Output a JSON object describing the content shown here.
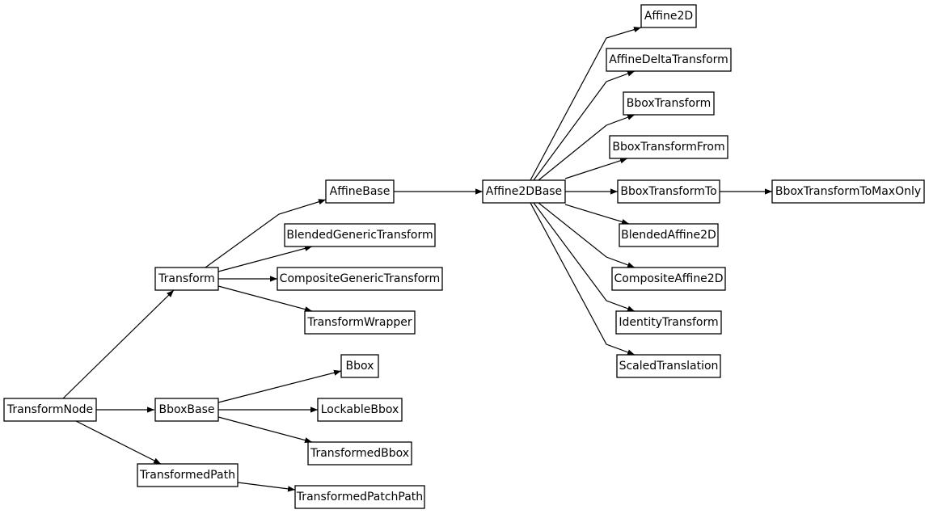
{
  "diagram": {
    "type": "class-inheritance-graph",
    "nodes": [
      {
        "id": "TransformNode",
        "label": "TransformNode"
      },
      {
        "id": "Transform",
        "label": "Transform"
      },
      {
        "id": "BboxBase",
        "label": "BboxBase"
      },
      {
        "id": "TransformedPath",
        "label": "TransformedPath"
      },
      {
        "id": "AffineBase",
        "label": "AffineBase"
      },
      {
        "id": "BlendedGenericTransform",
        "label": "BlendedGenericTransform"
      },
      {
        "id": "CompositeGenericTransform",
        "label": "CompositeGenericTransform"
      },
      {
        "id": "TransformWrapper",
        "label": "TransformWrapper"
      },
      {
        "id": "Bbox",
        "label": "Bbox"
      },
      {
        "id": "LockableBbox",
        "label": "LockableBbox"
      },
      {
        "id": "TransformedBbox",
        "label": "TransformedBbox"
      },
      {
        "id": "TransformedPatchPath",
        "label": "TransformedPatchPath"
      },
      {
        "id": "Affine2DBase",
        "label": "Affine2DBase"
      },
      {
        "id": "Affine2D",
        "label": "Affine2D"
      },
      {
        "id": "AffineDeltaTransform",
        "label": "AffineDeltaTransform"
      },
      {
        "id": "BboxTransform",
        "label": "BboxTransform"
      },
      {
        "id": "BboxTransformFrom",
        "label": "BboxTransformFrom"
      },
      {
        "id": "BboxTransformTo",
        "label": "BboxTransformTo"
      },
      {
        "id": "BlendedAffine2D",
        "label": "BlendedAffine2D"
      },
      {
        "id": "CompositeAffine2D",
        "label": "CompositeAffine2D"
      },
      {
        "id": "IdentityTransform",
        "label": "IdentityTransform"
      },
      {
        "id": "ScaledTranslation",
        "label": "ScaledTranslation"
      },
      {
        "id": "BboxTransformToMaxOnly",
        "label": "BboxTransformToMaxOnly"
      }
    ],
    "edges": [
      {
        "from": "TransformNode",
        "to": "Transform"
      },
      {
        "from": "TransformNode",
        "to": "BboxBase"
      },
      {
        "from": "TransformNode",
        "to": "TransformedPath"
      },
      {
        "from": "Transform",
        "to": "AffineBase"
      },
      {
        "from": "Transform",
        "to": "BlendedGenericTransform"
      },
      {
        "from": "Transform",
        "to": "CompositeGenericTransform"
      },
      {
        "from": "Transform",
        "to": "TransformWrapper"
      },
      {
        "from": "BboxBase",
        "to": "Bbox"
      },
      {
        "from": "BboxBase",
        "to": "LockableBbox"
      },
      {
        "from": "BboxBase",
        "to": "TransformedBbox"
      },
      {
        "from": "TransformedPath",
        "to": "TransformedPatchPath"
      },
      {
        "from": "AffineBase",
        "to": "Affine2DBase"
      },
      {
        "from": "Affine2DBase",
        "to": "Affine2D"
      },
      {
        "from": "Affine2DBase",
        "to": "AffineDeltaTransform"
      },
      {
        "from": "Affine2DBase",
        "to": "BboxTransform"
      },
      {
        "from": "Affine2DBase",
        "to": "BboxTransformFrom"
      },
      {
        "from": "Affine2DBase",
        "to": "BboxTransformTo"
      },
      {
        "from": "Affine2DBase",
        "to": "BlendedAffine2D"
      },
      {
        "from": "Affine2DBase",
        "to": "CompositeAffine2D"
      },
      {
        "from": "Affine2DBase",
        "to": "IdentityTransform"
      },
      {
        "from": "Affine2DBase",
        "to": "ScaledTranslation"
      },
      {
        "from": "BboxTransformTo",
        "to": "BboxTransformToMaxOnly"
      }
    ]
  }
}
